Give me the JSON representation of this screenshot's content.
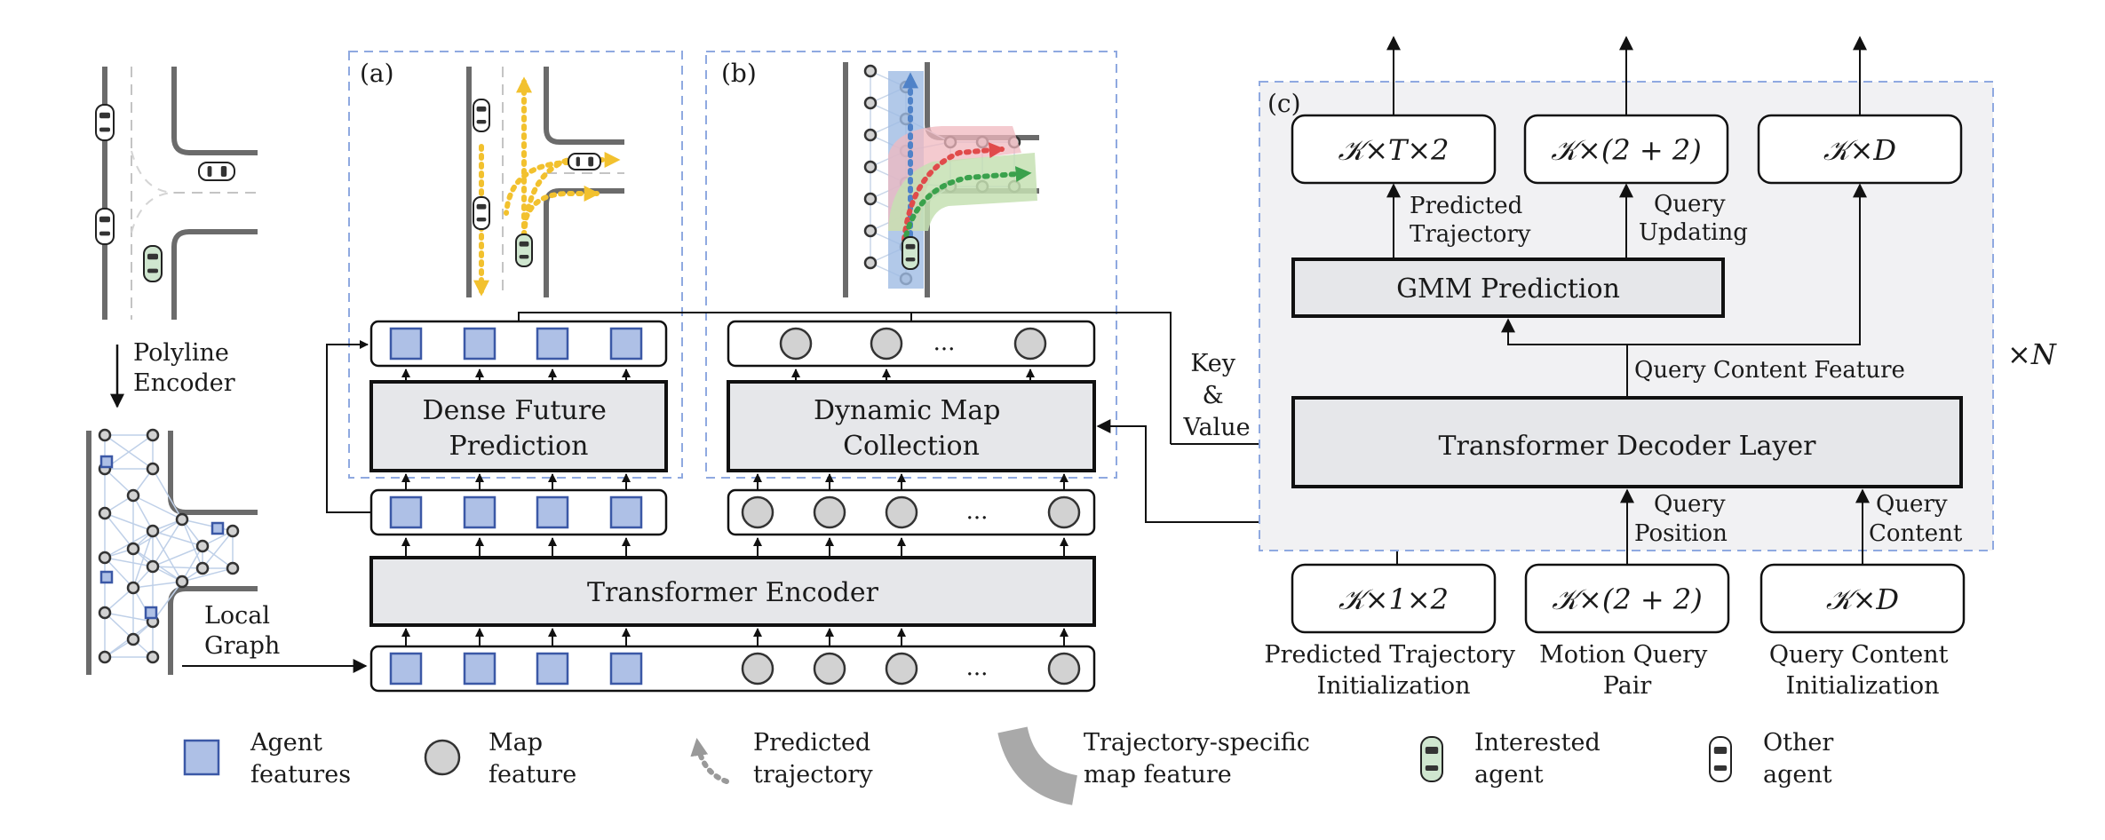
{
  "colors": {
    "module_fill": "#e6e7ea",
    "panel_dash": "#8fa9e0",
    "panel_c_fill": "#f1f1f3",
    "agent_feature_fill": "#aec0e6",
    "agent_feature_stroke": "#3b58a6",
    "map_feature_fill": "#d2d2d2",
    "pred_yellow": "#f2c12e",
    "pred_blue": "#4f82c8",
    "pred_red": "#e04b4b",
    "pred_green": "#3aa14c",
    "region_blue": "#9fbbe3",
    "region_red": "#f0b8bf",
    "region_green": "#c5e0b3",
    "interested_agent": "#cfe6cf",
    "other_agent": "#ffffff"
  },
  "panels": {
    "a": "(a)",
    "b": "(b)",
    "c": "(c)"
  },
  "scene": {
    "polyline_encoder": [
      "Polyline",
      "Encoder"
    ],
    "local_graph": [
      "Local",
      "Graph"
    ]
  },
  "modules": {
    "dense_future_prediction": [
      "Dense Future",
      "Prediction"
    ],
    "dynamic_map_collection": [
      "Dynamic Map",
      "Collection"
    ],
    "transformer_encoder": "Transformer Encoder",
    "transformer_decoder_layer": "Transformer Decoder Layer",
    "gmm_prediction": "GMM Prediction"
  },
  "ellipsis": "...",
  "key_value": [
    "Key",
    "&",
    "Value"
  ],
  "repeat": "×N",
  "decoder": {
    "outputs": [
      "𝒦×T×2",
      "𝒦×(2 + 2)",
      "𝒦×D"
    ],
    "gmm_out_labels": [
      [
        "Predicted",
        "Trajectory"
      ],
      [
        "Query",
        "Updating"
      ]
    ],
    "query_content_feature": "Query Content Feature",
    "inputs": [
      "𝒦×1×2",
      "𝒦×(2 + 2)",
      "𝒦×D"
    ],
    "input_arrow_labels": [
      [
        "Query",
        "Position"
      ],
      [
        "Query",
        "Content"
      ]
    ],
    "input_captions": [
      [
        "Predicted Trajectory",
        "Initialization"
      ],
      [
        "Motion Query",
        "Pair"
      ],
      [
        "Query Content",
        "Initialization"
      ]
    ]
  },
  "legend": [
    {
      "icon": "agent-feature",
      "text": [
        "Agent",
        "features"
      ]
    },
    {
      "icon": "map-feature",
      "text": [
        "Map",
        "feature"
      ]
    },
    {
      "icon": "predicted-trajectory",
      "text": [
        "Predicted",
        "trajectory"
      ]
    },
    {
      "icon": "trajectory-specific-map-feature",
      "text": [
        "Trajectory-specific",
        "map feature"
      ]
    },
    {
      "icon": "interested-agent",
      "text": [
        "Interested",
        "agent"
      ]
    },
    {
      "icon": "other-agent",
      "text": [
        "Other",
        "agent"
      ]
    }
  ]
}
